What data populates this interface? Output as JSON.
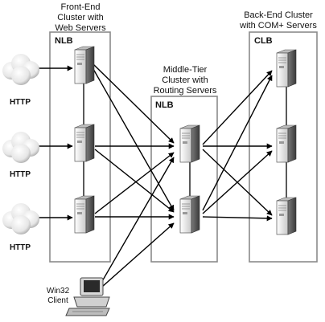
{
  "titles": {
    "front_end": [
      "Front-End",
      "Cluster with",
      "Web Servers"
    ],
    "middle_tier": [
      "Middle-Tier",
      "Cluster with",
      "Routing Servers"
    ],
    "back_end": [
      "Back-End Cluster",
      "with COM+ Servers"
    ]
  },
  "clusters": {
    "front_end_label": "NLB",
    "middle_tier_label": "NLB",
    "back_end_label": "CLB"
  },
  "http_clients": [
    "HTTP",
    "HTTP",
    "HTTP"
  ],
  "win32_client": [
    "Win32",
    "Client"
  ]
}
